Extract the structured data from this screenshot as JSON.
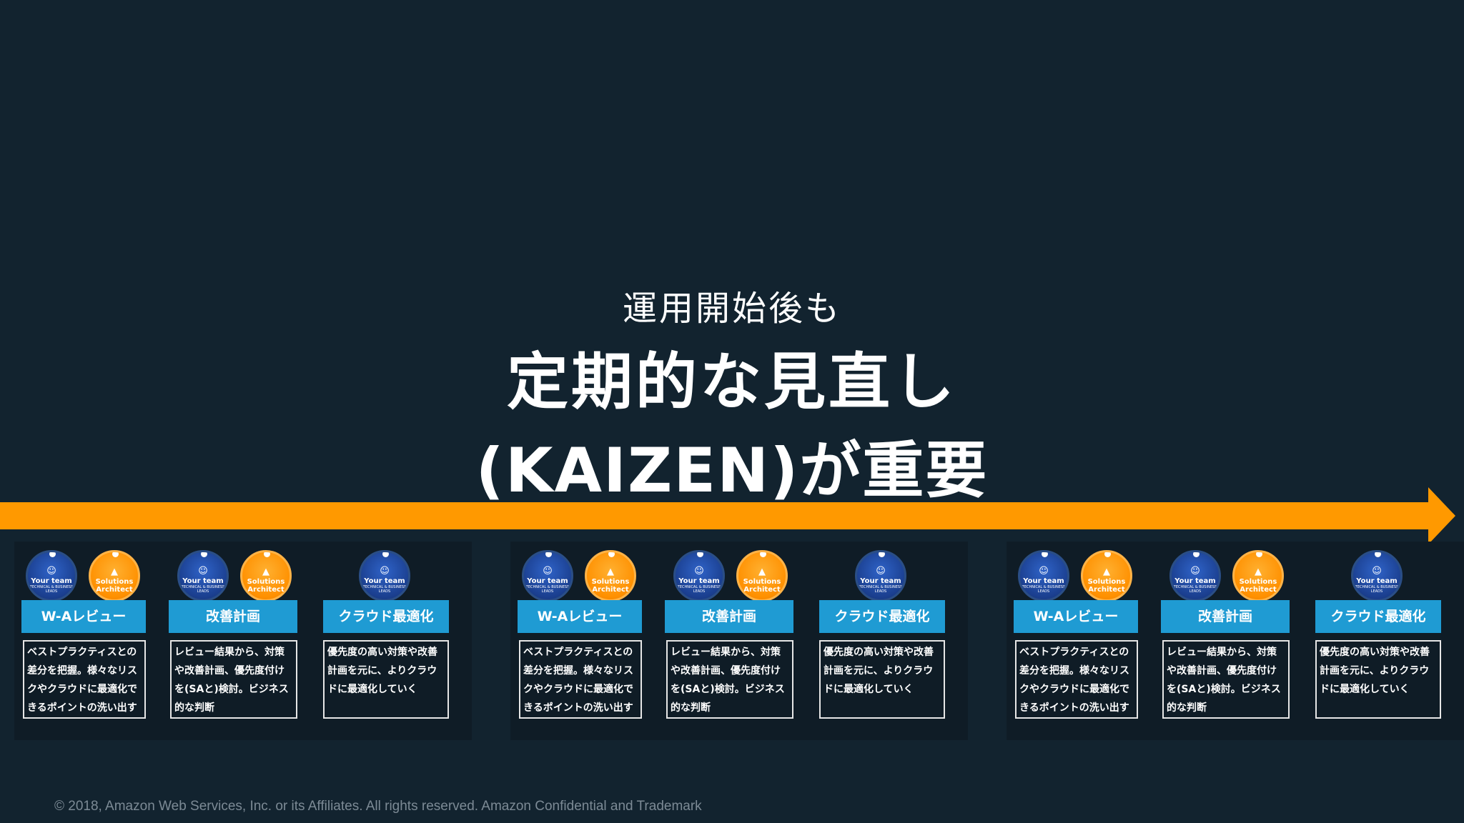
{
  "heading": {
    "subtitle": "運用開始後も",
    "line1": "定期的な見直し",
    "line2": "(KAIZEN)が重要"
  },
  "colors": {
    "background": "#12232f",
    "arrow": "#ff9900",
    "banner": "#1f9bd3"
  },
  "avatars": {
    "team_title": "Your team",
    "team_sub": "TECHNICAL & BUSINESS LEADS",
    "sa_title": "Solutions",
    "sa_sub": "Architect"
  },
  "steps": [
    {
      "title": "W-Aレビュー",
      "description": "ベストプラクティスとの差分を把握。様々なリスクやクラウドに最適化できるポイントの洗い出す"
    },
    {
      "title": "改善計画",
      "description": "レビュー結果から、対策や改善計画、優先度付けを(SAと)検討。ビジネス的な判断"
    },
    {
      "title": "クラウド最適化",
      "description": "優先度の高い対策や改善計画を元に、よりクラウドに最適化していく"
    }
  ],
  "footer": "© 2018, Amazon Web Services, Inc. or its Affiliates. All rights reserved. Amazon Confidential and Trademark"
}
